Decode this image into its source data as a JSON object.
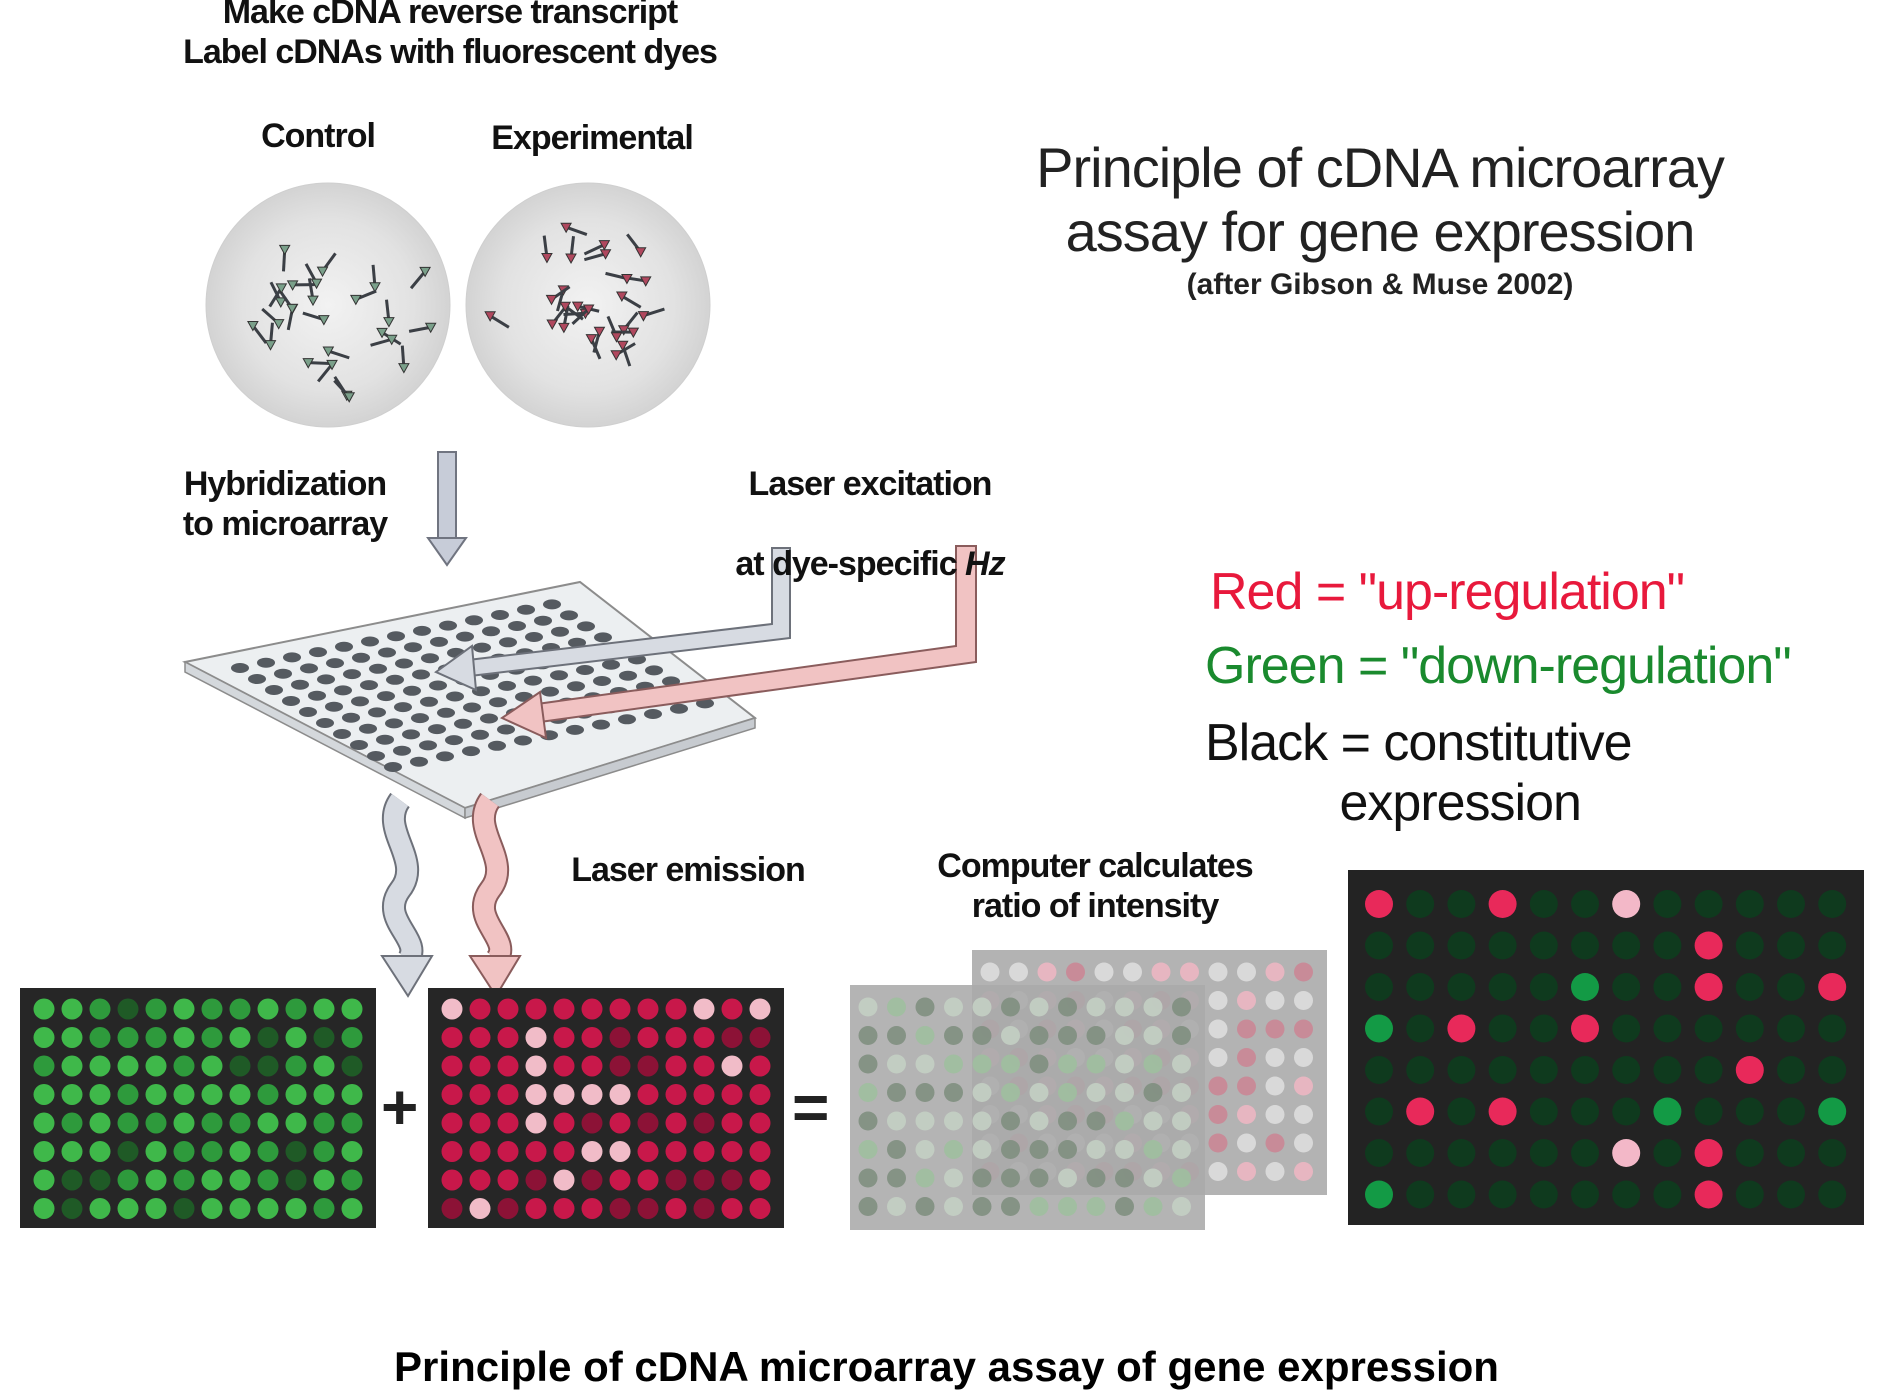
{
  "steps": {
    "reverse_transcript": "Make cDNA reverse transcript\nLabel cDNAs with fluorescent dyes",
    "control": "Control",
    "experimental": "Experimental",
    "hybridization": "Hybridization\nto microarray",
    "laser_excitation_line1": "Laser excitation",
    "laser_excitation_line2": "at dye-specific ",
    "laser_excitation_hz": "Hz",
    "laser_emission": "Laser emission",
    "computer": "Computer calculates\nratio of intensity"
  },
  "panel": {
    "title": "Principle of cDNA microarray\nassay for gene expression",
    "subtitle": "(after Gibson & Muse 2002)"
  },
  "legend": {
    "red": "Red = \"up-regulation\"",
    "green": "Green = \"down-regulation\"",
    "black": "Black = constitutive\n          expression"
  },
  "operators": {
    "plus": "+",
    "equals": "="
  },
  "caption": "Principle of cDNA microarray assay of gene expression",
  "colors": {
    "red": "#e8193c",
    "green": "#1a8a2e",
    "black": "#111111",
    "spot_green": "#3fb84a",
    "spot_red": "#c8184a",
    "spot_pink": "#f1bcc8",
    "array_bg": "#262626",
    "result_bg": "#232323",
    "result_dim": "#0f3a1e",
    "result_red": "#e8295a",
    "result_green": "#139a45",
    "result_pink": "#f3b8c8"
  }
}
